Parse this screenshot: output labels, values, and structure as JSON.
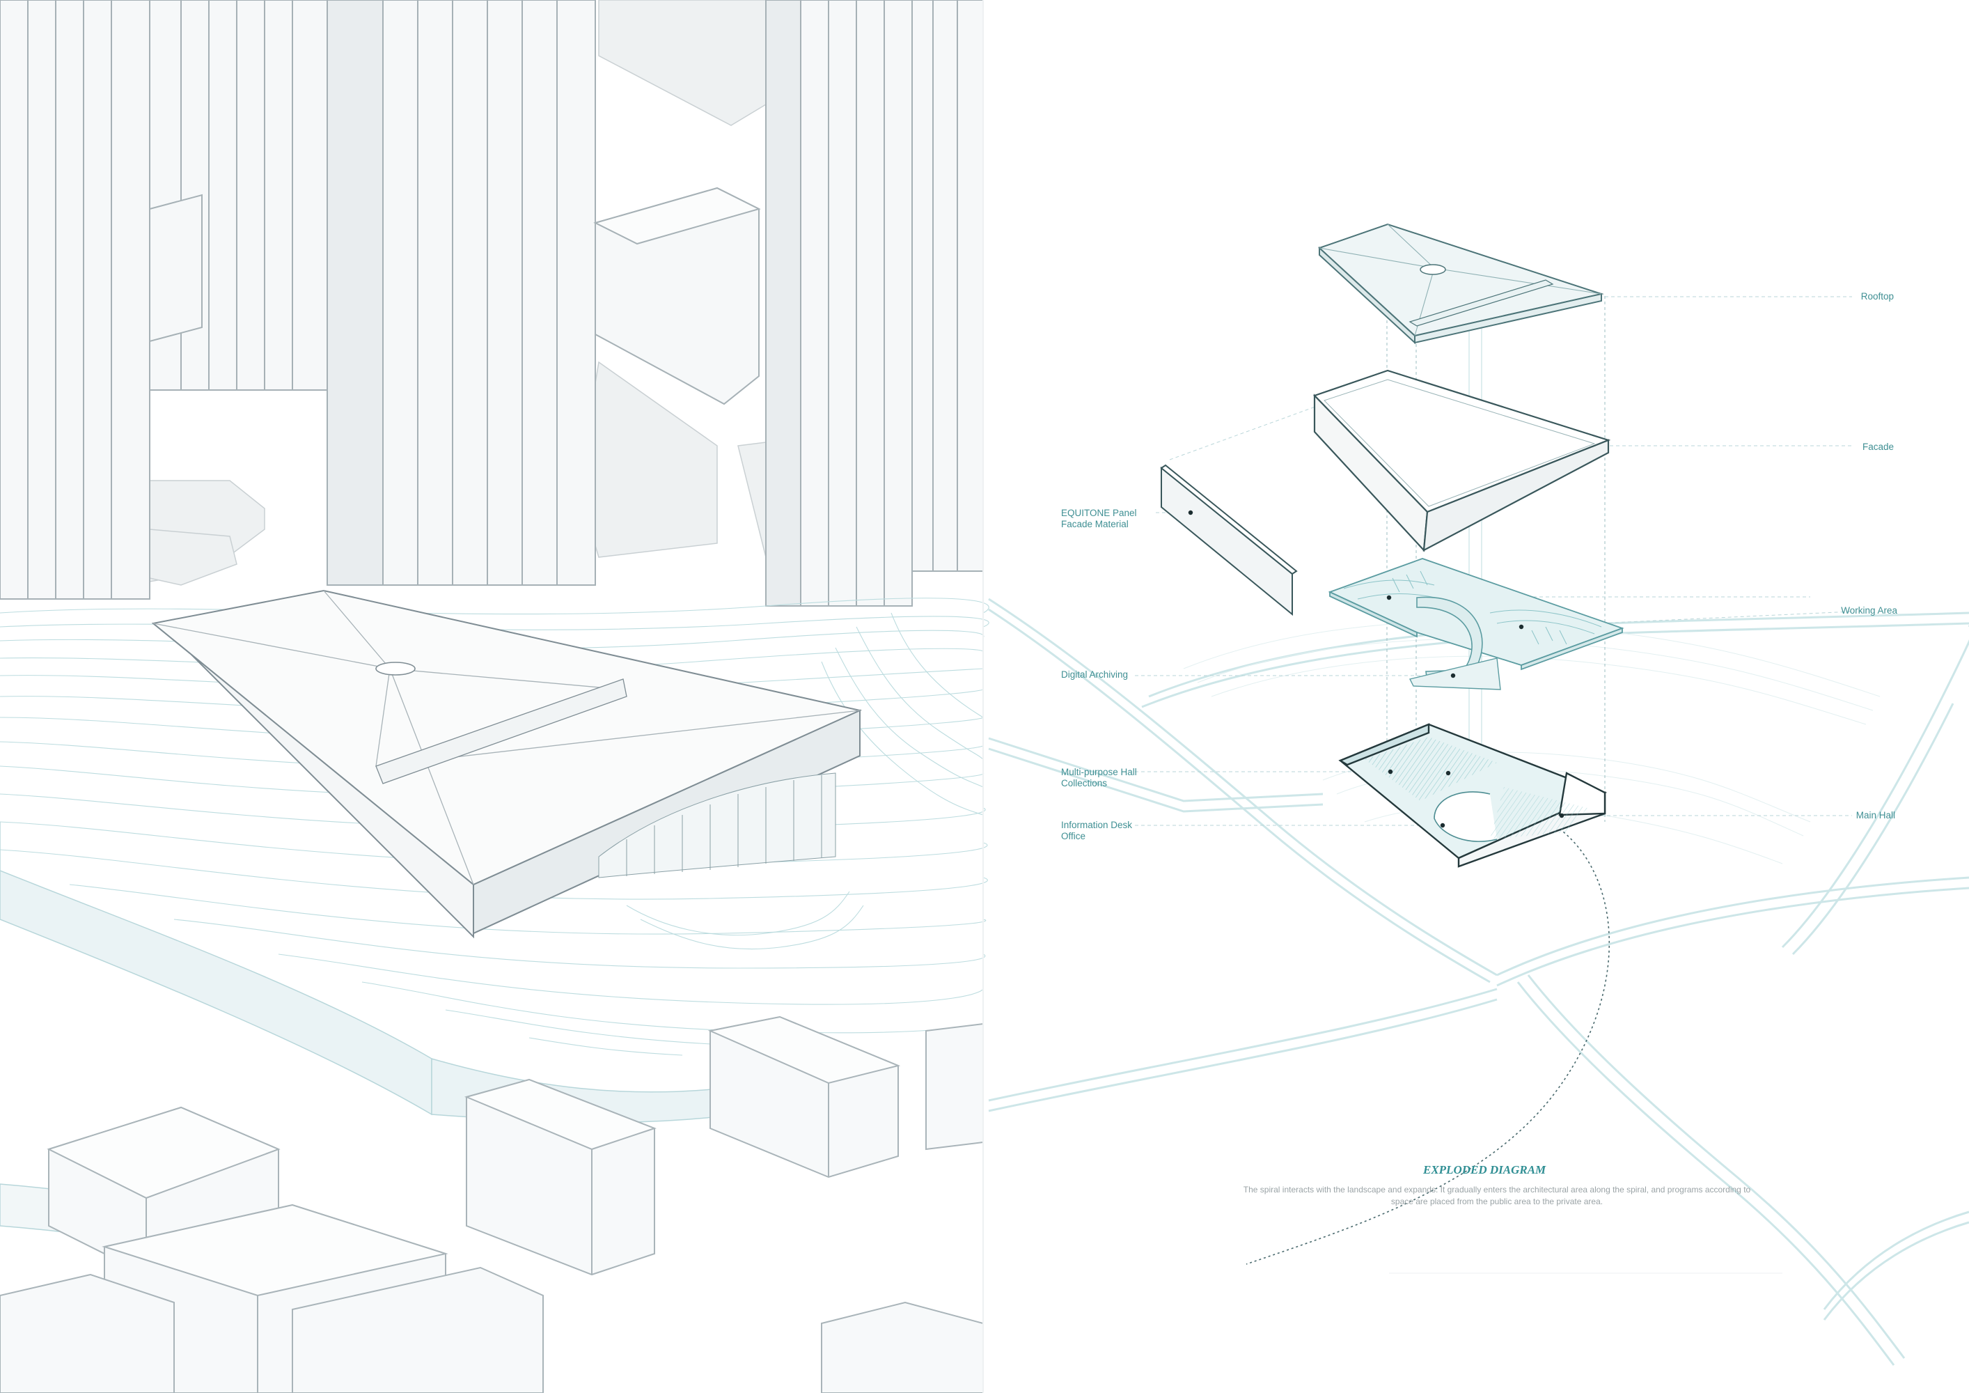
{
  "colors": {
    "accent": "#3f8f93",
    "line": "#bfe0e2",
    "building_line": "#9aa7ad",
    "building_fill": "#f3f5f6",
    "caption": "#9aa3a6"
  },
  "exploded_diagram": {
    "labels": {
      "rooftop": "Rooftop",
      "facade": "Facade",
      "equitone": [
        "EQUITONE Panel",
        "Facade Material"
      ],
      "working_area": "Working Area",
      "digital_archiving": "Digital Archiving",
      "multipurpose": [
        "Multi-purpose Hall",
        "Collections"
      ],
      "information": [
        "Information Desk",
        "Office"
      ],
      "main_hall": "Main Hall"
    },
    "title": "EXPLODED DIAGRAM",
    "caption": [
      "The spiral interacts with the landscape and expands. It gradually enters the architectural area along the spiral, and programs according to",
      "space are placed from the public area to the private area."
    ]
  }
}
